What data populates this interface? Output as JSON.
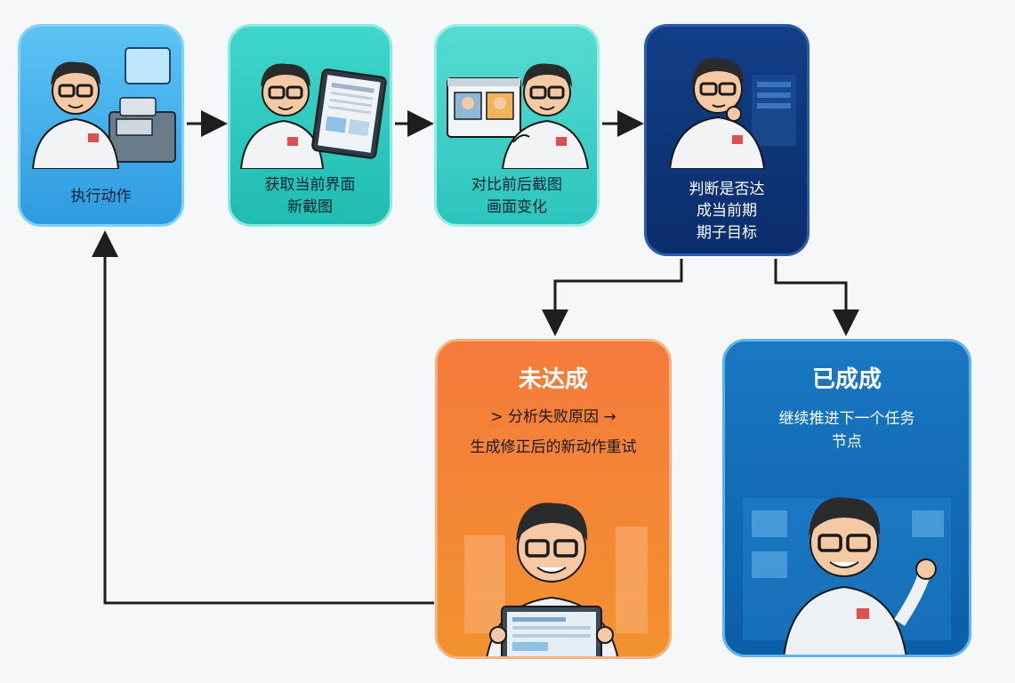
{
  "nodes": {
    "execute": {
      "label": "执行动作"
    },
    "capture": {
      "label": "获取当前界面\n新截图"
    },
    "compare": {
      "label": "对比前后截图\n画面变化"
    },
    "judge": {
      "label": "判断是否达\n成当前期\n期子目标"
    },
    "not_done": {
      "title": "未达成",
      "line1": "> 分析失败原因 →",
      "line2": "生成修正后的新动作重试"
    },
    "done": {
      "title": "已成成",
      "desc": "继续推进下一个任务\n节点"
    }
  },
  "colors": {
    "execute": "#3aaaf0",
    "capture": "#2cc9bf",
    "compare": "#3fd3ca",
    "judge": "#0e3478",
    "not_done": "#f38536",
    "done": "#1169b5",
    "arrow": "#1e1e1e"
  }
}
